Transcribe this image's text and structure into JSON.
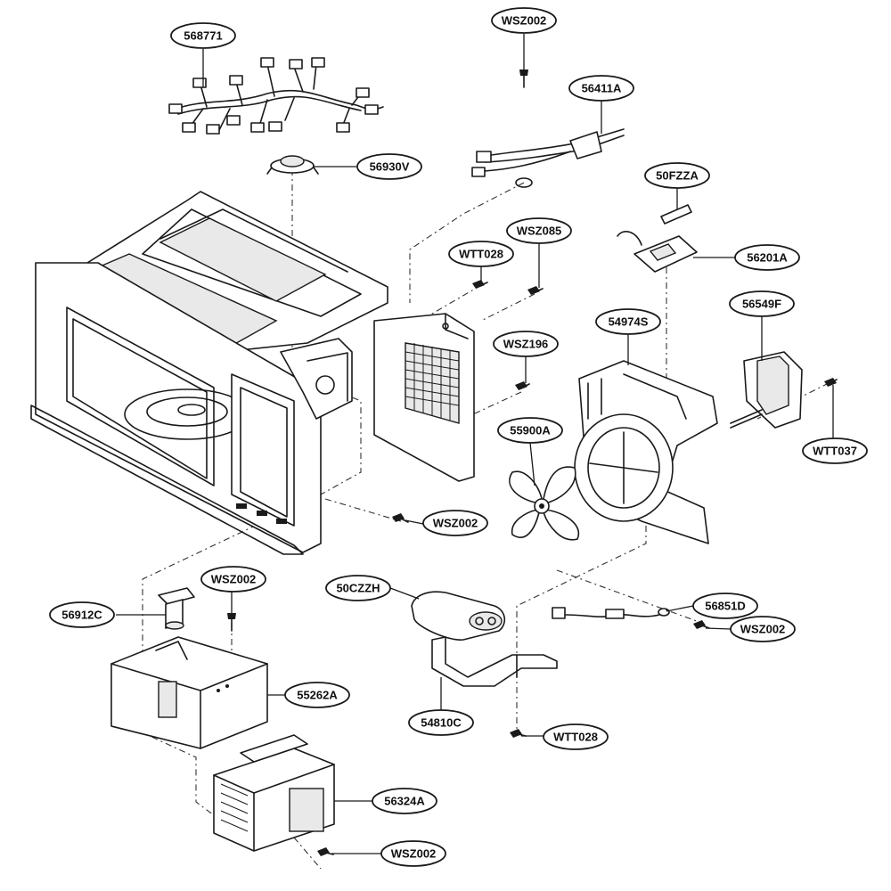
{
  "callouts": {
    "p568771": "568771",
    "p56930V": "56930V",
    "pWSZ002_top": "WSZ002",
    "p56411A": "56411A",
    "p50FZZA": "50FZZA",
    "p56201A": "56201A",
    "pWTT028_top": "WTT028",
    "pWSZ085": "WSZ085",
    "p54974S": "54974S",
    "p56549F": "56549F",
    "pWSZ196": "WSZ196",
    "p55900A": "55900A",
    "pWTT037": "WTT037",
    "pWSZ002_mid": "WSZ002",
    "pWSZ002_left": "WSZ002",
    "p56912C": "56912C",
    "p50CZZH": "50CZZH",
    "p56851D": "56851D",
    "pWSZ002_right": "WSZ002",
    "p55262A": "55262A",
    "p54810C": "54810C",
    "pWTT028_bottom": "WTT028",
    "p56324A": "56324A",
    "pWSZ002_bottom": "WSZ002"
  }
}
